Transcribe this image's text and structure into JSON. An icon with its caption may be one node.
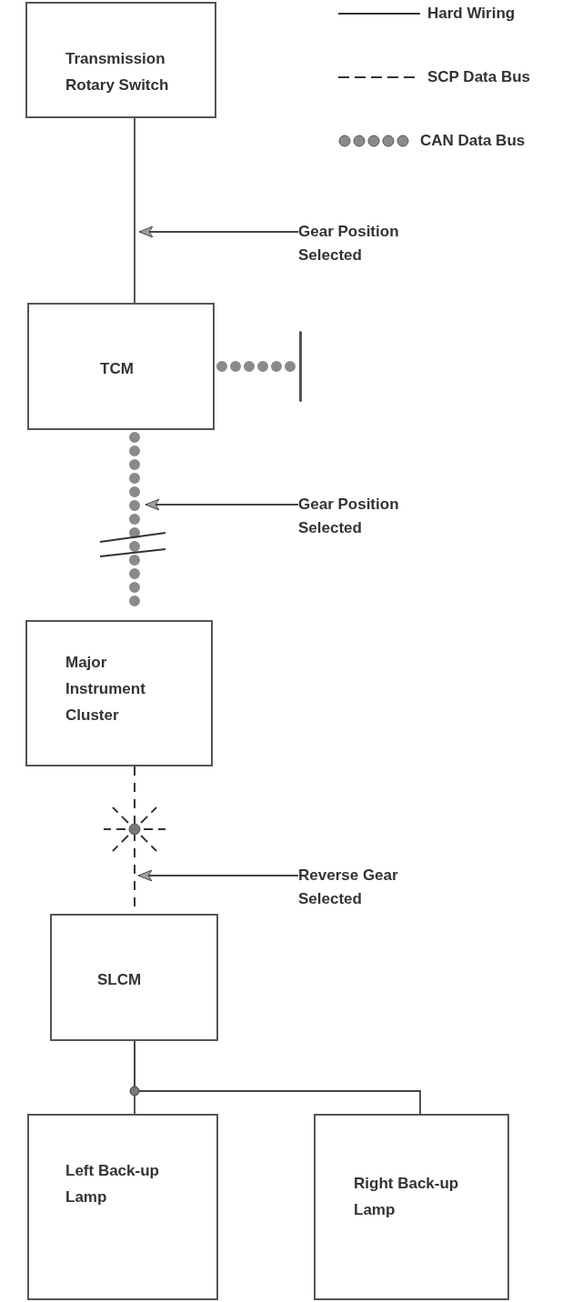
{
  "diagram": {
    "nodes": [
      {
        "text": [
          "Transmission Rotary Switch"
        ]
      },
      {
        "text": [
          "Gear Position Selected"
        ]
      },
      {
        "text": [
          "TCM"
        ]
      },
      {
        "text": [],
        "shape": "bar"
      },
      {
        "text": [
          "Gear Position Selected"
        ]
      },
      {
        "text": [
          "Major Instrument Cluster"
        ]
      },
      {
        "text": [
          "Reverse Gear Selected"
        ]
      },
      {
        "text": [
          "SLCM"
        ]
      },
      {
        "text": [
          "Left Back-up Lamp"
        ]
      },
      {
        "text": [
          "Right Back-up Lamp"
        ]
      }
    ],
    "edges": [
      {
        "from": 0,
        "to": 2,
        "arrow": "none"
      },
      {
        "from": 2,
        "to": 3,
        "arrow": "none",
        "style": "dashed",
        "color": "#8a8a8a"
      },
      {
        "from": 2,
        "to": 5,
        "arrow": "none",
        "style": "dashed",
        "color": "#8a8a8a"
      },
      {
        "from": 5,
        "to": 7,
        "arrow": "none",
        "style": "dashed"
      },
      {
        "from": 7,
        "to": 8,
        "arrow": "none"
      },
      {
        "from": 7,
        "to": 9,
        "arrow": "none"
      },
      {
        "from": 1,
        "to": null,
        "arrow": "to"
      },
      {
        "from": 4,
        "to": null,
        "arrow": "to"
      },
      {
        "from": 6,
        "to": null,
        "arrow": "to"
      }
    ],
    "legend": [
      {
        "text": "Hard Wiring"
      },
      {
        "text": "SCP Data Bus"
      },
      {
        "text": "CAN Data Bus"
      }
    ]
  }
}
